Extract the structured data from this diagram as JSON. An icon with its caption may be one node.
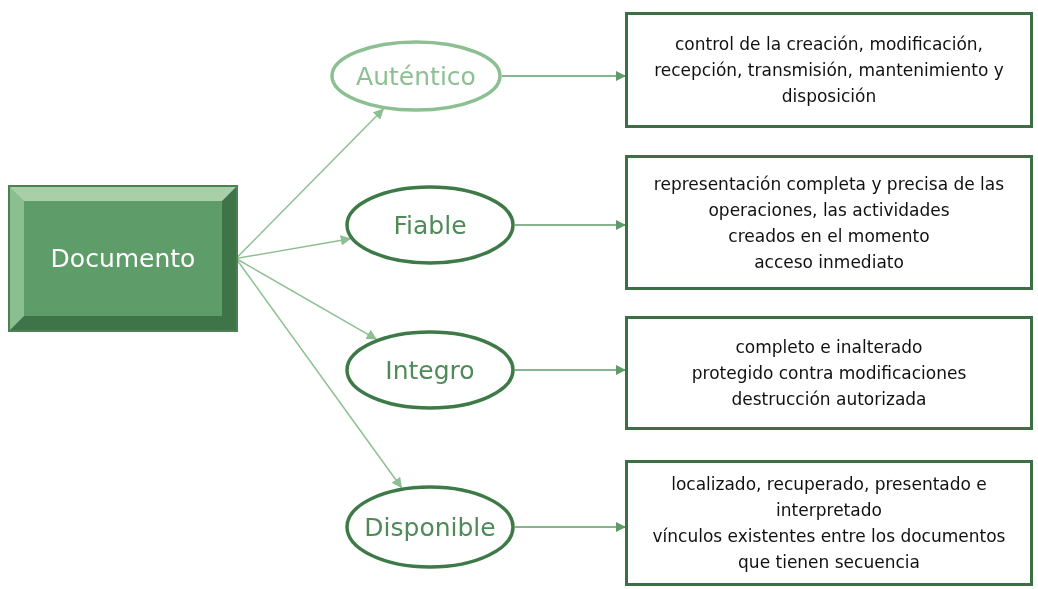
{
  "diagram": {
    "nodes": [
      {
        "text": [
          "Documento"
        ]
      },
      {
        "text": [
          "Auténtico"
        ]
      },
      {
        "text": [
          "Fiable"
        ]
      },
      {
        "text": [
          "Integro"
        ]
      },
      {
        "text": [
          "Disponible"
        ]
      },
      {
        "text": [
          "control de la creación, modificación, recepción, transmisión, mantenimiento y disposición"
        ]
      },
      {
        "text": [
          "representación completa y precisa de las operaciones, las actividades",
          "creados en el momento",
          "acceso inmediato"
        ]
      },
      {
        "text": [
          "completo e inalterado",
          "protegido contra modificaciones",
          "destrucción autorizada"
        ]
      },
      {
        "text": [
          "localizado, recuperado, presentado e interpretado",
          "vínculos existentes entre los documentos que tienen secuencia"
        ]
      }
    ],
    "edges": [
      {
        "from": 0,
        "to": 1,
        "arrow": "to",
        "color": "#8cbf92"
      },
      {
        "from": 0,
        "to": 2,
        "arrow": "to",
        "color": "#8cbf92"
      },
      {
        "from": 0,
        "to": 3,
        "arrow": "to",
        "color": "#8cbf92"
      },
      {
        "from": 0,
        "to": 4,
        "arrow": "to",
        "color": "#8cbf92"
      },
      {
        "from": 1,
        "to": 5,
        "arrow": "to"
      },
      {
        "from": 2,
        "to": 6,
        "arrow": "to"
      },
      {
        "from": 3,
        "to": 7,
        "arrow": "to"
      },
      {
        "from": 4,
        "to": 8,
        "arrow": "to"
      }
    ]
  }
}
